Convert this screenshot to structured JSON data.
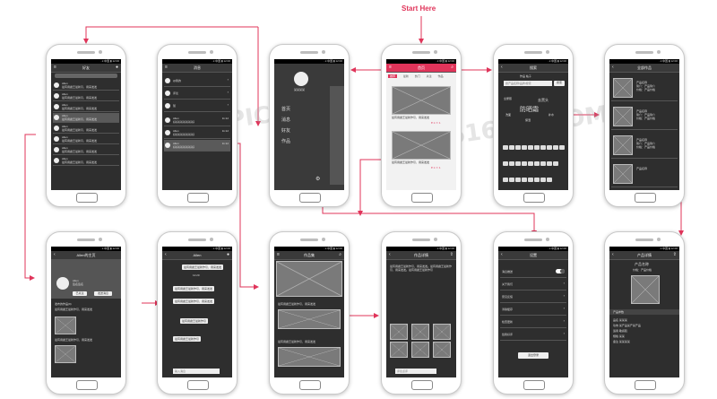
{
  "header": {
    "start_label": "Start Here"
  },
  "watermark": "616PIC.COM",
  "status_bar": "..ıl 中国 ▮ 12:00",
  "screens": {
    "contacts": {
      "title": "好友",
      "name": "Allen",
      "msg": "最有用魔王最新引，用来发发"
    },
    "messages": {
      "title": "消息",
      "items": [
        "@我的",
        "评论",
        "赞"
      ],
      "name": "Allen",
      "time": "11:12",
      "msg": "好好好好好好好好"
    },
    "menu": {
      "user": "某某某某",
      "items": [
        "首页",
        "消息",
        "好友",
        "作品"
      ]
    },
    "home": {
      "title": "首页",
      "tabs": [
        "推荐",
        "最新",
        "热门",
        "关注",
        "作品"
      ],
      "sub": "最有用魔王最新作引，用来发发",
      "likes": "1",
      "comments": "1"
    },
    "search": {
      "title": "搜索",
      "tabs": [
        "作品",
        "帖子"
      ],
      "placeholder": "搜产品名称/品牌/搜索",
      "button": "搜索",
      "tags": [
        "全屋照",
        "去黑头",
        "防晒霜",
        "洗面",
        "补水",
        "保湿"
      ]
    },
    "products": {
      "title": "全部作品",
      "name": "产品名称",
      "subtitle": "简介：产品简介",
      "meta": "价格：产品价格"
    },
    "profile": {
      "title": "Allen的主页",
      "name": "Allen",
      "sub": "签名签名",
      "follow": "已关注",
      "chat": "发送消息",
      "section": "发布的作品(9)",
      "caption": "最有用魔王最新作引，用来发发"
    },
    "chat": {
      "title": "Allen",
      "msgs": [
        "最有用魔王最新作引，用来发发",
        "最有用魔王最新作引，用来发发",
        "最有用魔王最新作引，用来发发",
        "最有用魔王最新作引",
        "最有用魔王最新作引"
      ],
      "time": "12:20",
      "input": "输入消息"
    },
    "works": {
      "title": "作品集",
      "caption": "最有用魔王最新作引，用来发发"
    },
    "detail": {
      "title": "作品详情",
      "text": "最有用魔王最新作引，用来发发。最有用魔王最新作引，用来发发。最有用魔王最新作引",
      "input": "评论点评"
    },
    "settings": {
      "title": "设置",
      "items": [
        "消息推送",
        "关于我们",
        "意见反馈",
        "清除缓存",
        "检查更新",
        "给我好评"
      ],
      "logout": "退出登录"
    },
    "pdetail": {
      "title": "产品详情",
      "name": "产品名称",
      "price": "价格：产品价格",
      "section": "产品参数",
      "params": [
        "品名",
        "功效",
        "适用",
        "规格",
        "备注"
      ],
      "values": [
        "某某某",
        "某产品某产某产品",
        "敏感肌",
        "某某",
        "某某某某"
      ]
    }
  }
}
